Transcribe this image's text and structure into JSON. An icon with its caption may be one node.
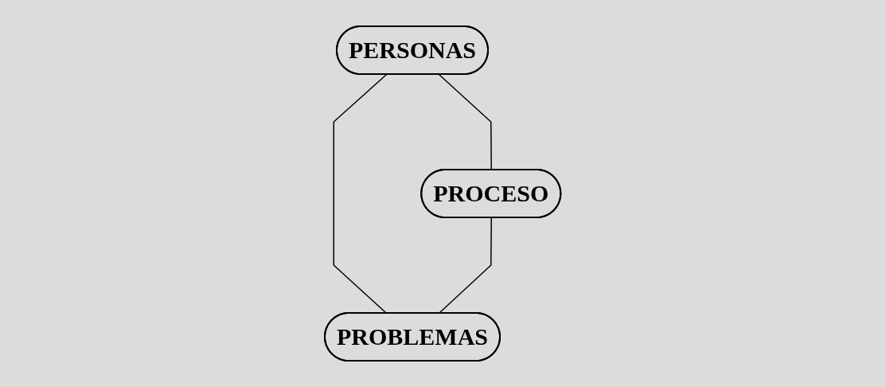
{
  "diagram": {
    "nodes": [
      {
        "text": [
          "PERSONAS"
        ]
      },
      {
        "text": [
          "PROCESO"
        ]
      },
      {
        "text": [
          "PROBLEMAS"
        ]
      }
    ],
    "edges": [
      {
        "from": 0,
        "to": 1,
        "arrow": "none"
      },
      {
        "from": 0,
        "to": 2,
        "arrow": "none"
      },
      {
        "from": 1,
        "to": 2,
        "arrow": "none"
      }
    ]
  }
}
